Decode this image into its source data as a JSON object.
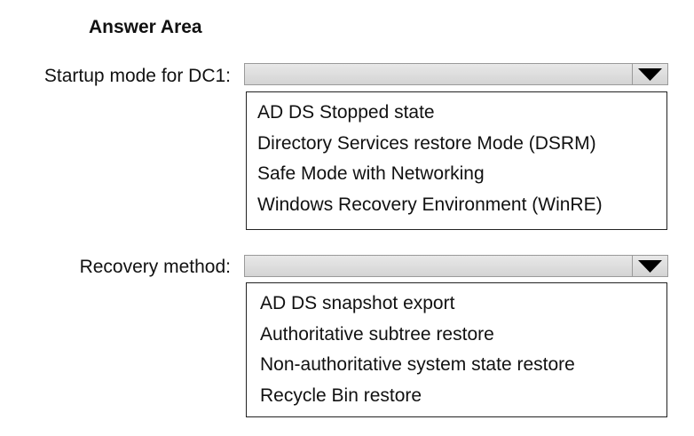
{
  "title": "Answer Area",
  "questions": [
    {
      "label": "Startup mode for DC1:",
      "options": [
        "AD DS Stopped state",
        "Directory Services restore Mode (DSRM)",
        "Safe Mode with Networking",
        "Windows Recovery Environment (WinRE)"
      ]
    },
    {
      "label": "Recovery method:",
      "options": [
        "AD DS snapshot export",
        "Authoritative subtree restore",
        "Non-authoritative system state restore",
        "Recycle Bin restore"
      ]
    }
  ],
  "icons": {
    "dropdown": "triangle-down-icon"
  },
  "colors": {
    "select_fill": "#dcdcdc",
    "border": "#222222"
  }
}
